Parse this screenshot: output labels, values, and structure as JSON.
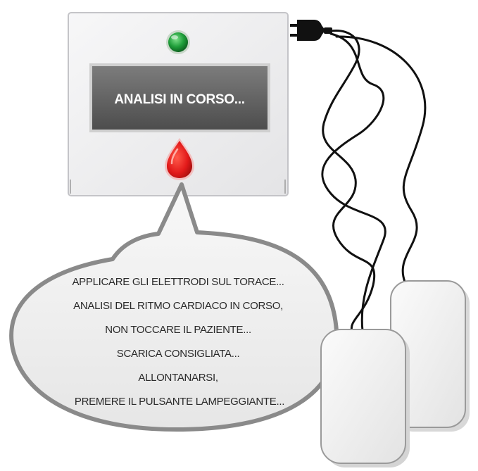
{
  "device": {
    "display_text": "ANALISI IN CORSO...",
    "status_led_color": "#1f9e3a",
    "shock_button_color": "#e21a1a",
    "body_color": "#eeeef0",
    "display_color": "#6c6c6c"
  },
  "speech_bubble": {
    "lines": [
      "APPLICARE GLI ELETTRODI SUL TORACE...",
      "ANALISI DEL RITMO CARDIACO IN CORSO,",
      "NON TOCCARE IL PAZIENTE...",
      "SCARICA CONSIGLIATA...",
      "ALLONTANARSI,",
      "PREMERE IL PULSANTE LAMPEGGIANTE..."
    ]
  },
  "icons": {
    "plug": "power-plug-icon",
    "led": "status-light-icon",
    "shock": "shock-button-icon",
    "pads": "electrode-pad-icon"
  }
}
